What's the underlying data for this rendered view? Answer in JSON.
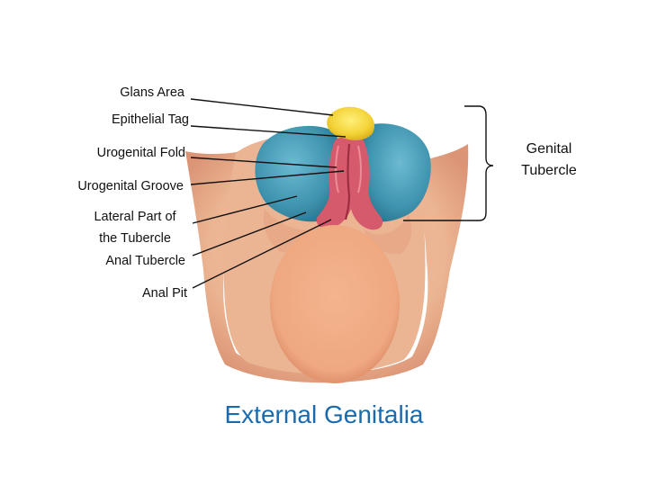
{
  "labels": {
    "glans_area": "Glans Area",
    "epithelial_tag": "Epithelial Tag",
    "urogenital_fold": "Urogenital Fold",
    "urogenital_groove": "Urogenital Groove",
    "lateral_part_line1": "Lateral Part of",
    "lateral_part_line2": "the Tubercle",
    "anal_tubercle": "Anal Tubercle",
    "anal_pit": "Anal Pit",
    "genital_tubercle_line1": "Genital",
    "genital_tubercle_line2": "Tubercle"
  },
  "title": "External Genitalia",
  "colors": {
    "glans": "#f2d33a",
    "lateral_tubercle": "#4a9cb6",
    "urogenital_fold": "#d65a6a",
    "skin": "#f0b48e",
    "perineum": "#f2ad88",
    "title": "#1a6aad"
  }
}
